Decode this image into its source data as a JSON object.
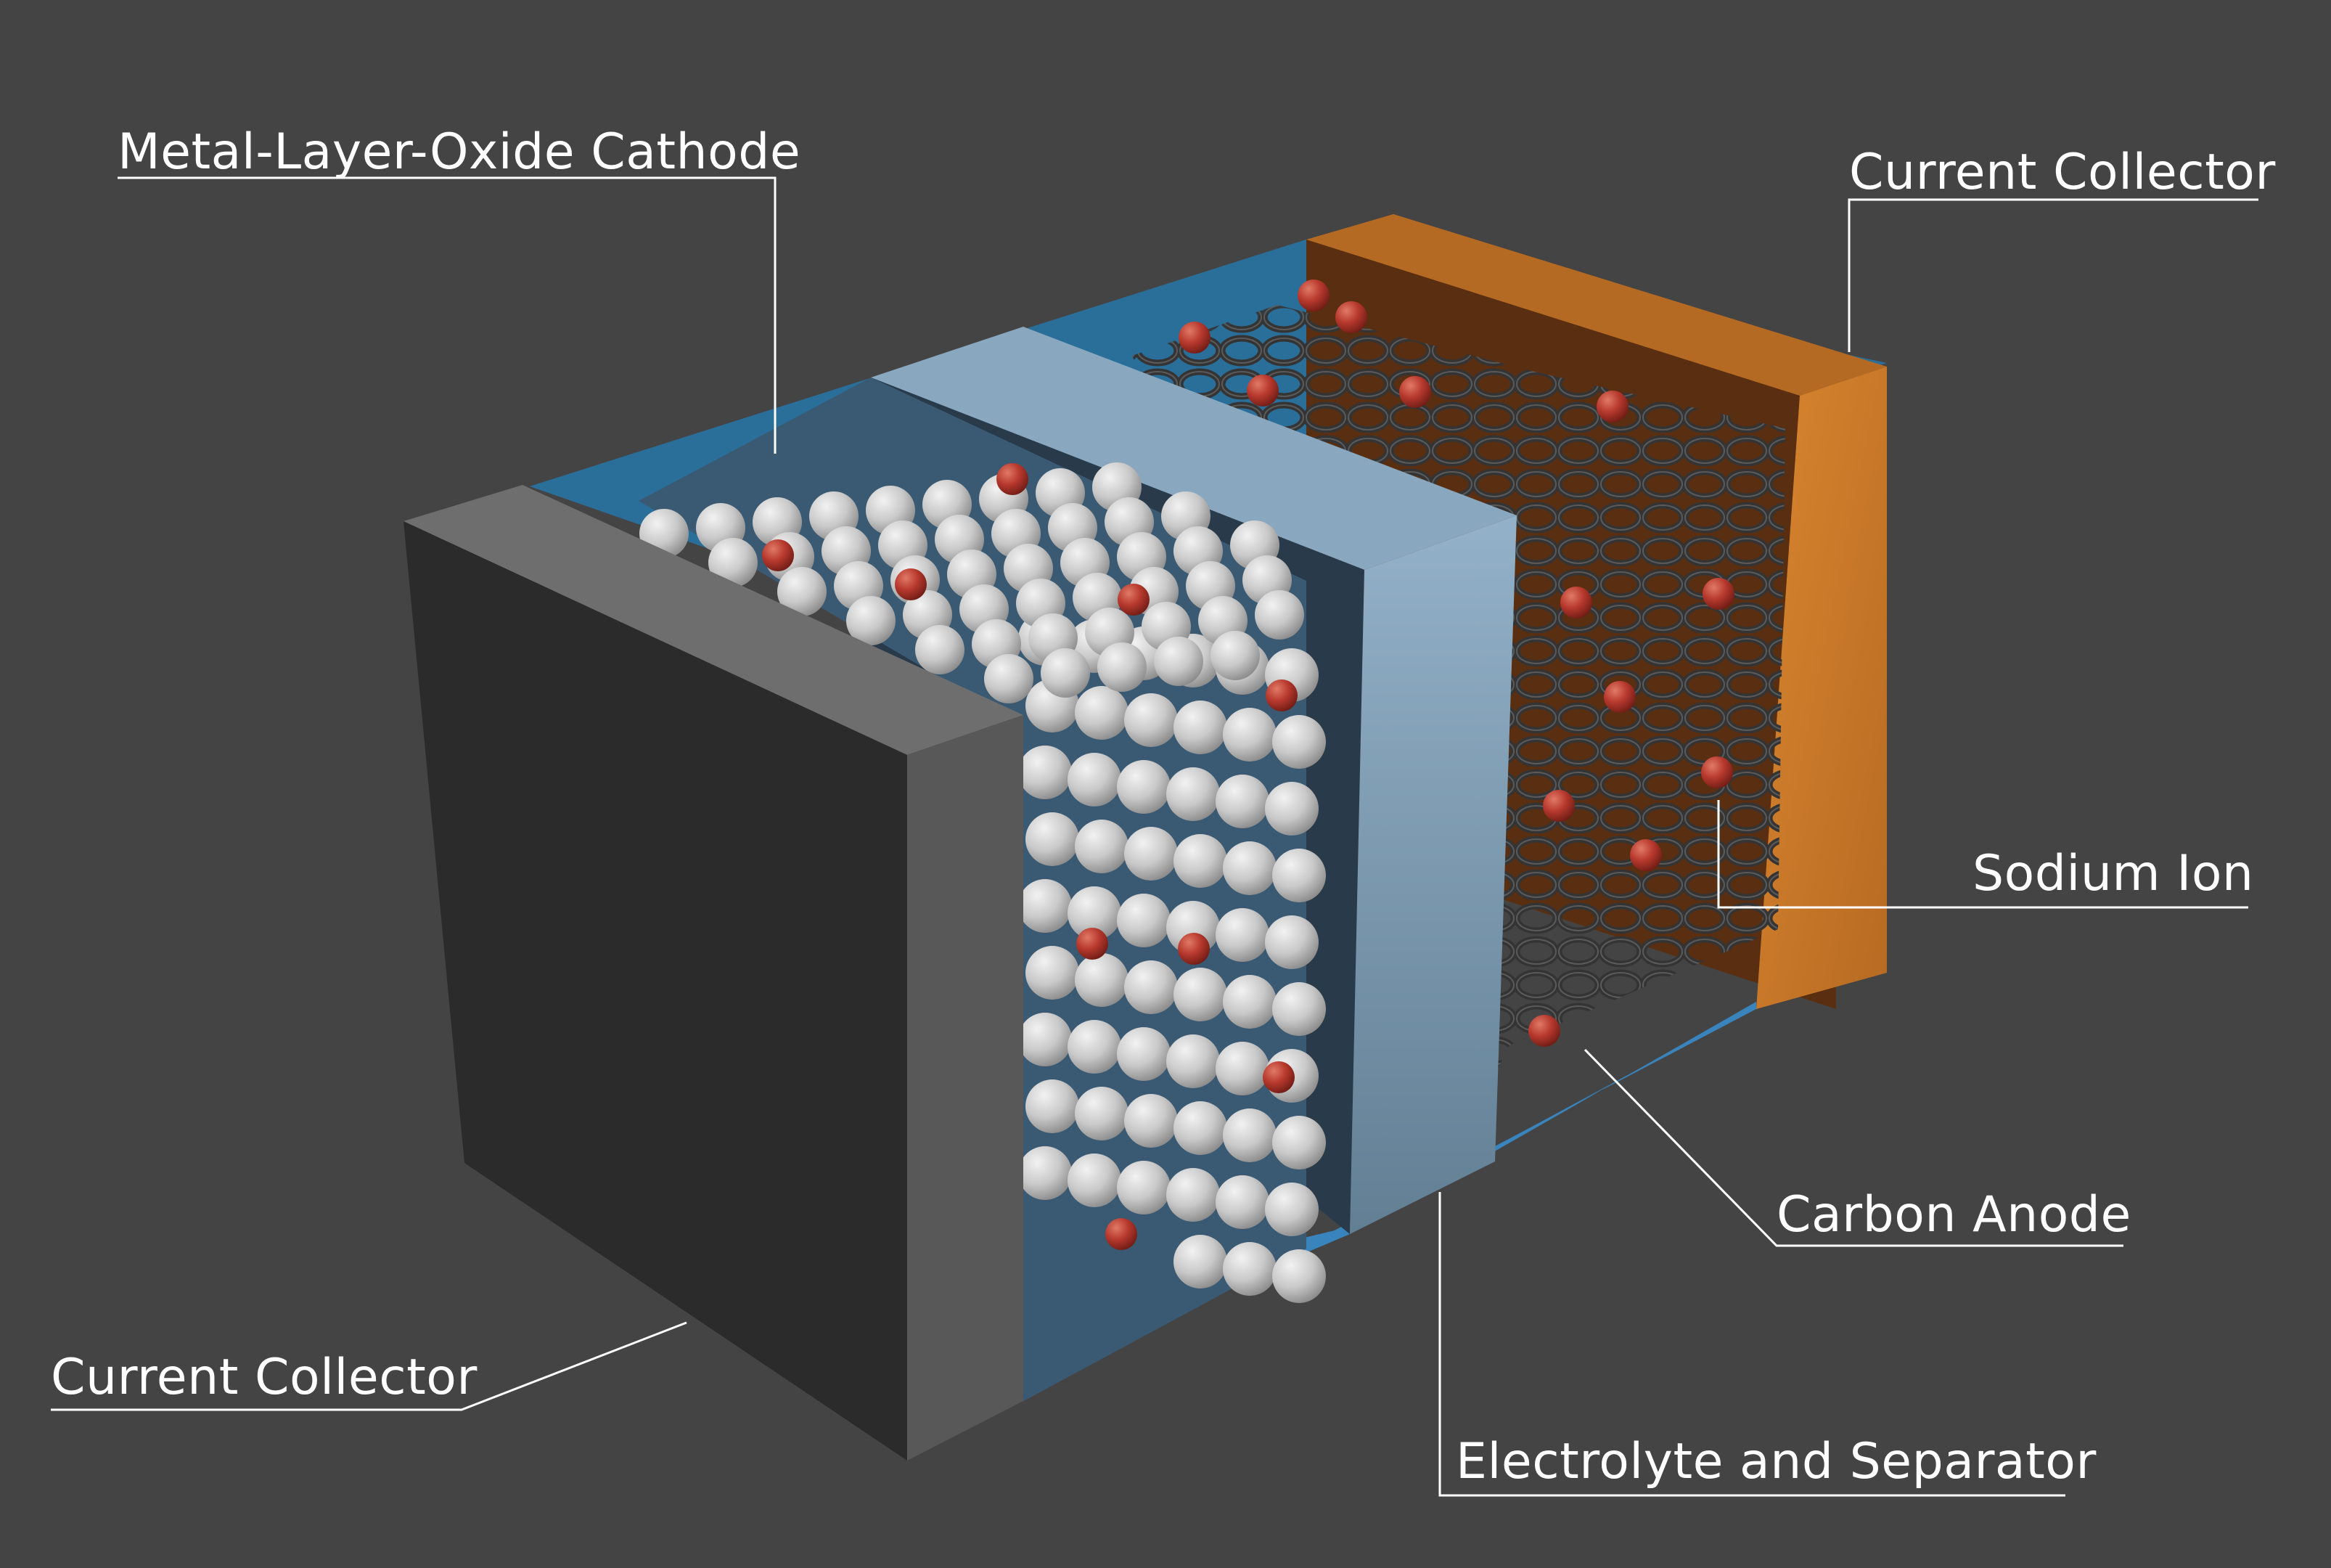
{
  "labels": {
    "cathode": "Metal-Layer-Oxide Cathode",
    "collector_right": "Current Collector",
    "sodium_ion": "Sodium Ion",
    "anode": "Carbon Anode",
    "collector_left": "Current Collector",
    "electrolyte": "Electrolyte and Separator"
  },
  "colors": {
    "background": "#444444",
    "electrolyte": "#3b7fb3",
    "separator": "#7fa2bd",
    "cathode_collector": "#2b2b2b",
    "anode_collector": "#c97a2e",
    "sodium_ion": "#b8392e",
    "cathode_particle": "#d4d4d4",
    "carbon_ring": "#333333",
    "leader_line": "#ffffff"
  }
}
